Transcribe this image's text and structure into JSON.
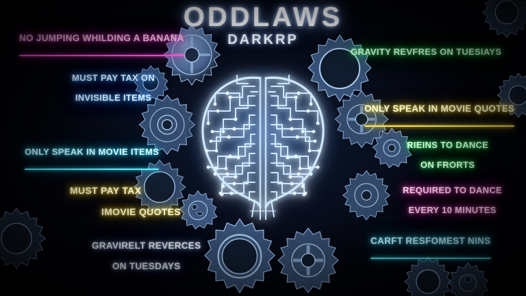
{
  "poster": {
    "title": "ODDLAWS",
    "subtitle": "DARKRP",
    "theme_colors": {
      "background": "#02040b",
      "brain_neon": "#9fd0ff",
      "gear": "#5c7aa8",
      "magenta": "#ff4fd8",
      "pink": "#ff67d2",
      "blue": "#62b8ff",
      "cyan": "#4fe9ff",
      "yellow": "#ffe84a",
      "green": "#4dff74",
      "white": "#f6f9ff"
    }
  },
  "labels": {
    "no_jumping": "NO JUMPING WHILDING A BANANA",
    "invisible_tax_line1": "MUST PAY TAX ON",
    "invisible_tax_line2": "INVISIBLE ITEMS",
    "movie_items": "ONLY SPEAK IN MOVIE ITEMS",
    "must_pay_tax_line1": "MUST PAY TAX",
    "must_pay_tax_line2": "IMOVIE QUOTES",
    "gravirelt_line1": "GRAVIRELT REVERCES",
    "gravirelt_line2": "ON TUESDAYS",
    "gravity_green": "GRAVITY REVFRES ON TUESIAYS",
    "movie_quotes": "ONLY SPEAK IN MOVIE QUOTES",
    "rieins_line1": "RIEINS TO DANCE",
    "rieins_line2": "ON FRORTS",
    "required_dance_line1": "REQUIRED TO DANCE",
    "required_dance_line2": "EVERY 10 MINUTES",
    "carft": "CARFT RESFOMEST NINS"
  },
  "graphics": {
    "brain": "circuit-board-brain",
    "gears": "mechanical-gear-cluster"
  }
}
